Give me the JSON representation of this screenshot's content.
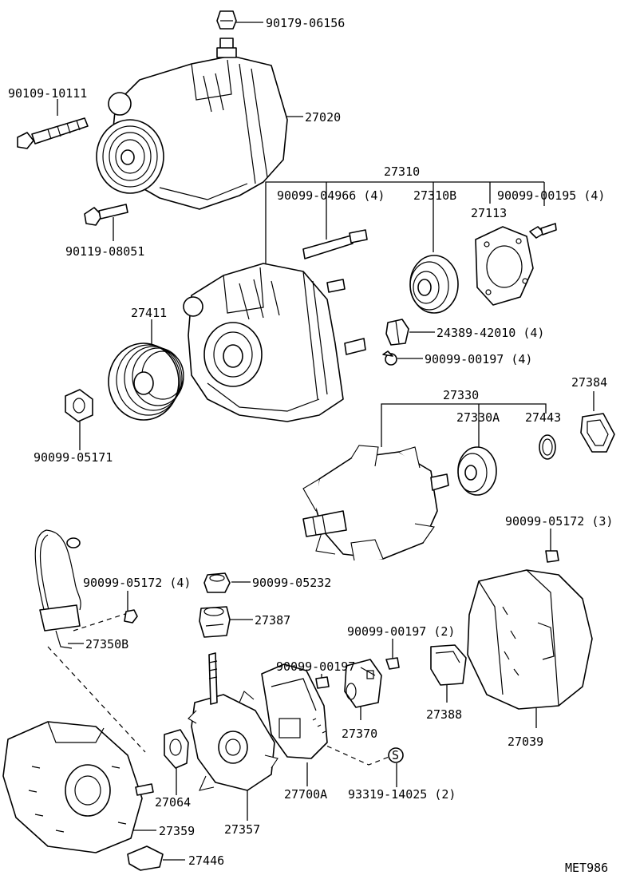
{
  "drawing_code": "MET986",
  "labels": {
    "l90179_06156": "90179-06156",
    "l90109_10111": "90109-10111",
    "l27020": "27020",
    "l90119_08051": "90119-08051",
    "l27310": "27310",
    "l90099_04966": "90099-04966 (4)",
    "l27310B": "27310B",
    "l27113": "27113",
    "l90099_00195": "90099-00195 (4)",
    "l24389_42010": "24389-42010 (4)",
    "l90099_00197_4": "90099-00197 (4)",
    "l27411": "27411",
    "l90099_05171": "90099-05171",
    "l27330": "27330",
    "l27330A": "27330A",
    "l27443": "27443",
    "l27384": "27384",
    "l90099_05172_3": "90099-05172 (3)",
    "l90099_05172_4": "90099-05172 (4)",
    "l90099_05232": "90099-05232",
    "l27387": "27387",
    "l27350B": "27350B",
    "l90099_00197_2": "90099-00197 (2)",
    "l90099_00197": "90099-00197",
    "l27370": "27370",
    "l27388": "27388",
    "l27039": "27039",
    "l27064": "27064",
    "l27700A": "27700A",
    "l93319_14025": "93319-14025 (2)",
    "l27359": "27359",
    "l27357": "27357",
    "l27446": "27446"
  }
}
